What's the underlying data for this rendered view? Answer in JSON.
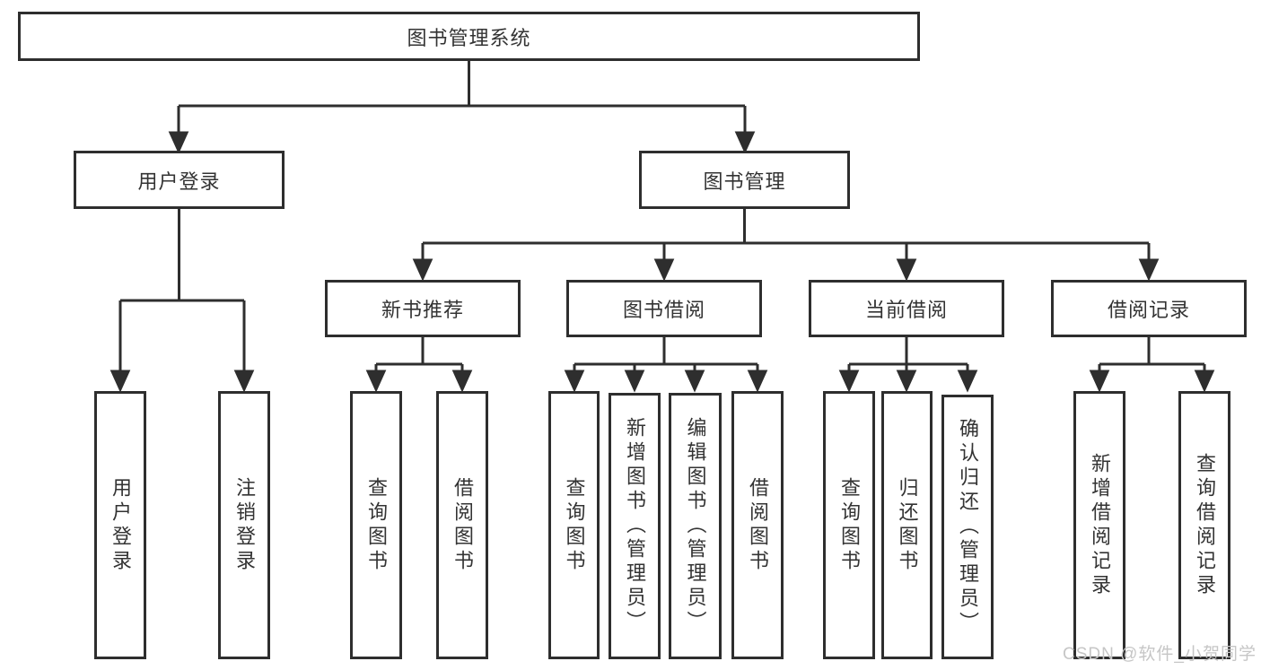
{
  "diagram": {
    "root": {
      "label": "图书管理系统"
    },
    "branches": [
      {
        "label": "用户登录",
        "leaves": [
          {
            "label": "用户登录"
          },
          {
            "label": "注销登录"
          }
        ]
      },
      {
        "label": "图书管理",
        "groups": [
          {
            "label": "新书推荐",
            "leaves": [
              {
                "label": "查询图书"
              },
              {
                "label": "借阅图书"
              }
            ]
          },
          {
            "label": "图书借阅",
            "leaves": [
              {
                "label": "查询图书"
              },
              {
                "label": "新增图书（管理员）"
              },
              {
                "label": "编辑图书（管理员）"
              },
              {
                "label": "借阅图书"
              }
            ]
          },
          {
            "label": "当前借阅",
            "leaves": [
              {
                "label": "查询图书"
              },
              {
                "label": "归还图书"
              },
              {
                "label": "确认归还（管理员）"
              }
            ]
          },
          {
            "label": "借阅记录",
            "leaves": [
              {
                "label": "新增借阅记录"
              },
              {
                "label": "查询借阅记录"
              }
            ]
          }
        ]
      }
    ],
    "colors": {
      "line": "#2e2e2e",
      "border": "#2e2e2e",
      "text": "#333333",
      "box_background": "#ffffff",
      "page_background": "#ffffff"
    }
  },
  "watermark": {
    "text": "CSDN @软件_小贺同学",
    "color": "#c6c6c6"
  }
}
